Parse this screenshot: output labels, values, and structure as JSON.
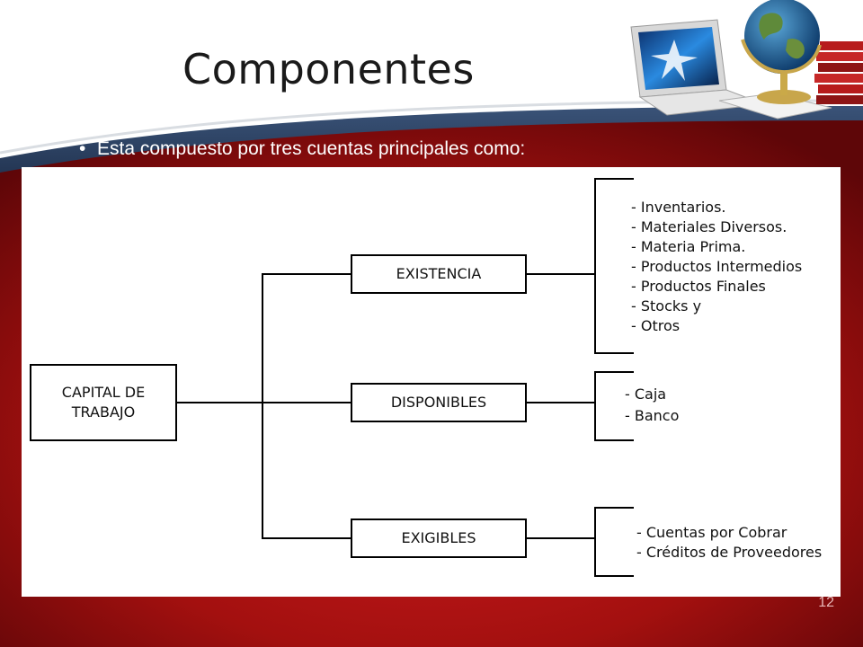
{
  "slide": {
    "title": "Componentes",
    "bullet_marker": "•",
    "bullet": "Esta compuesto por tres cuentas principales como:",
    "page_number": "12"
  },
  "colors": {
    "dark_red": "#7a0a0c",
    "red": "#c4161c",
    "navy": "#1a2a4a",
    "white": "#ffffff"
  },
  "diagram": {
    "root": "CAPITAL DE TRABAJO",
    "branches": [
      {
        "label": "EXISTENCIA",
        "items": [
          "- Inventarios.",
          "- Materiales Diversos.",
          "- Materia Prima.",
          "- Productos Intermedios",
          "- Productos Finales",
          "- Stocks y",
          "- Otros"
        ]
      },
      {
        "label": "DISPONIBLES",
        "items": [
          "- Caja",
          "- Banco"
        ]
      },
      {
        "label": "EXIGIBLES",
        "items": [
          "- Cuentas por Cobrar",
          "- Créditos de Proveedores"
        ]
      }
    ]
  },
  "decorations": [
    "laptop-icon",
    "globe-icon",
    "books-icon"
  ]
}
